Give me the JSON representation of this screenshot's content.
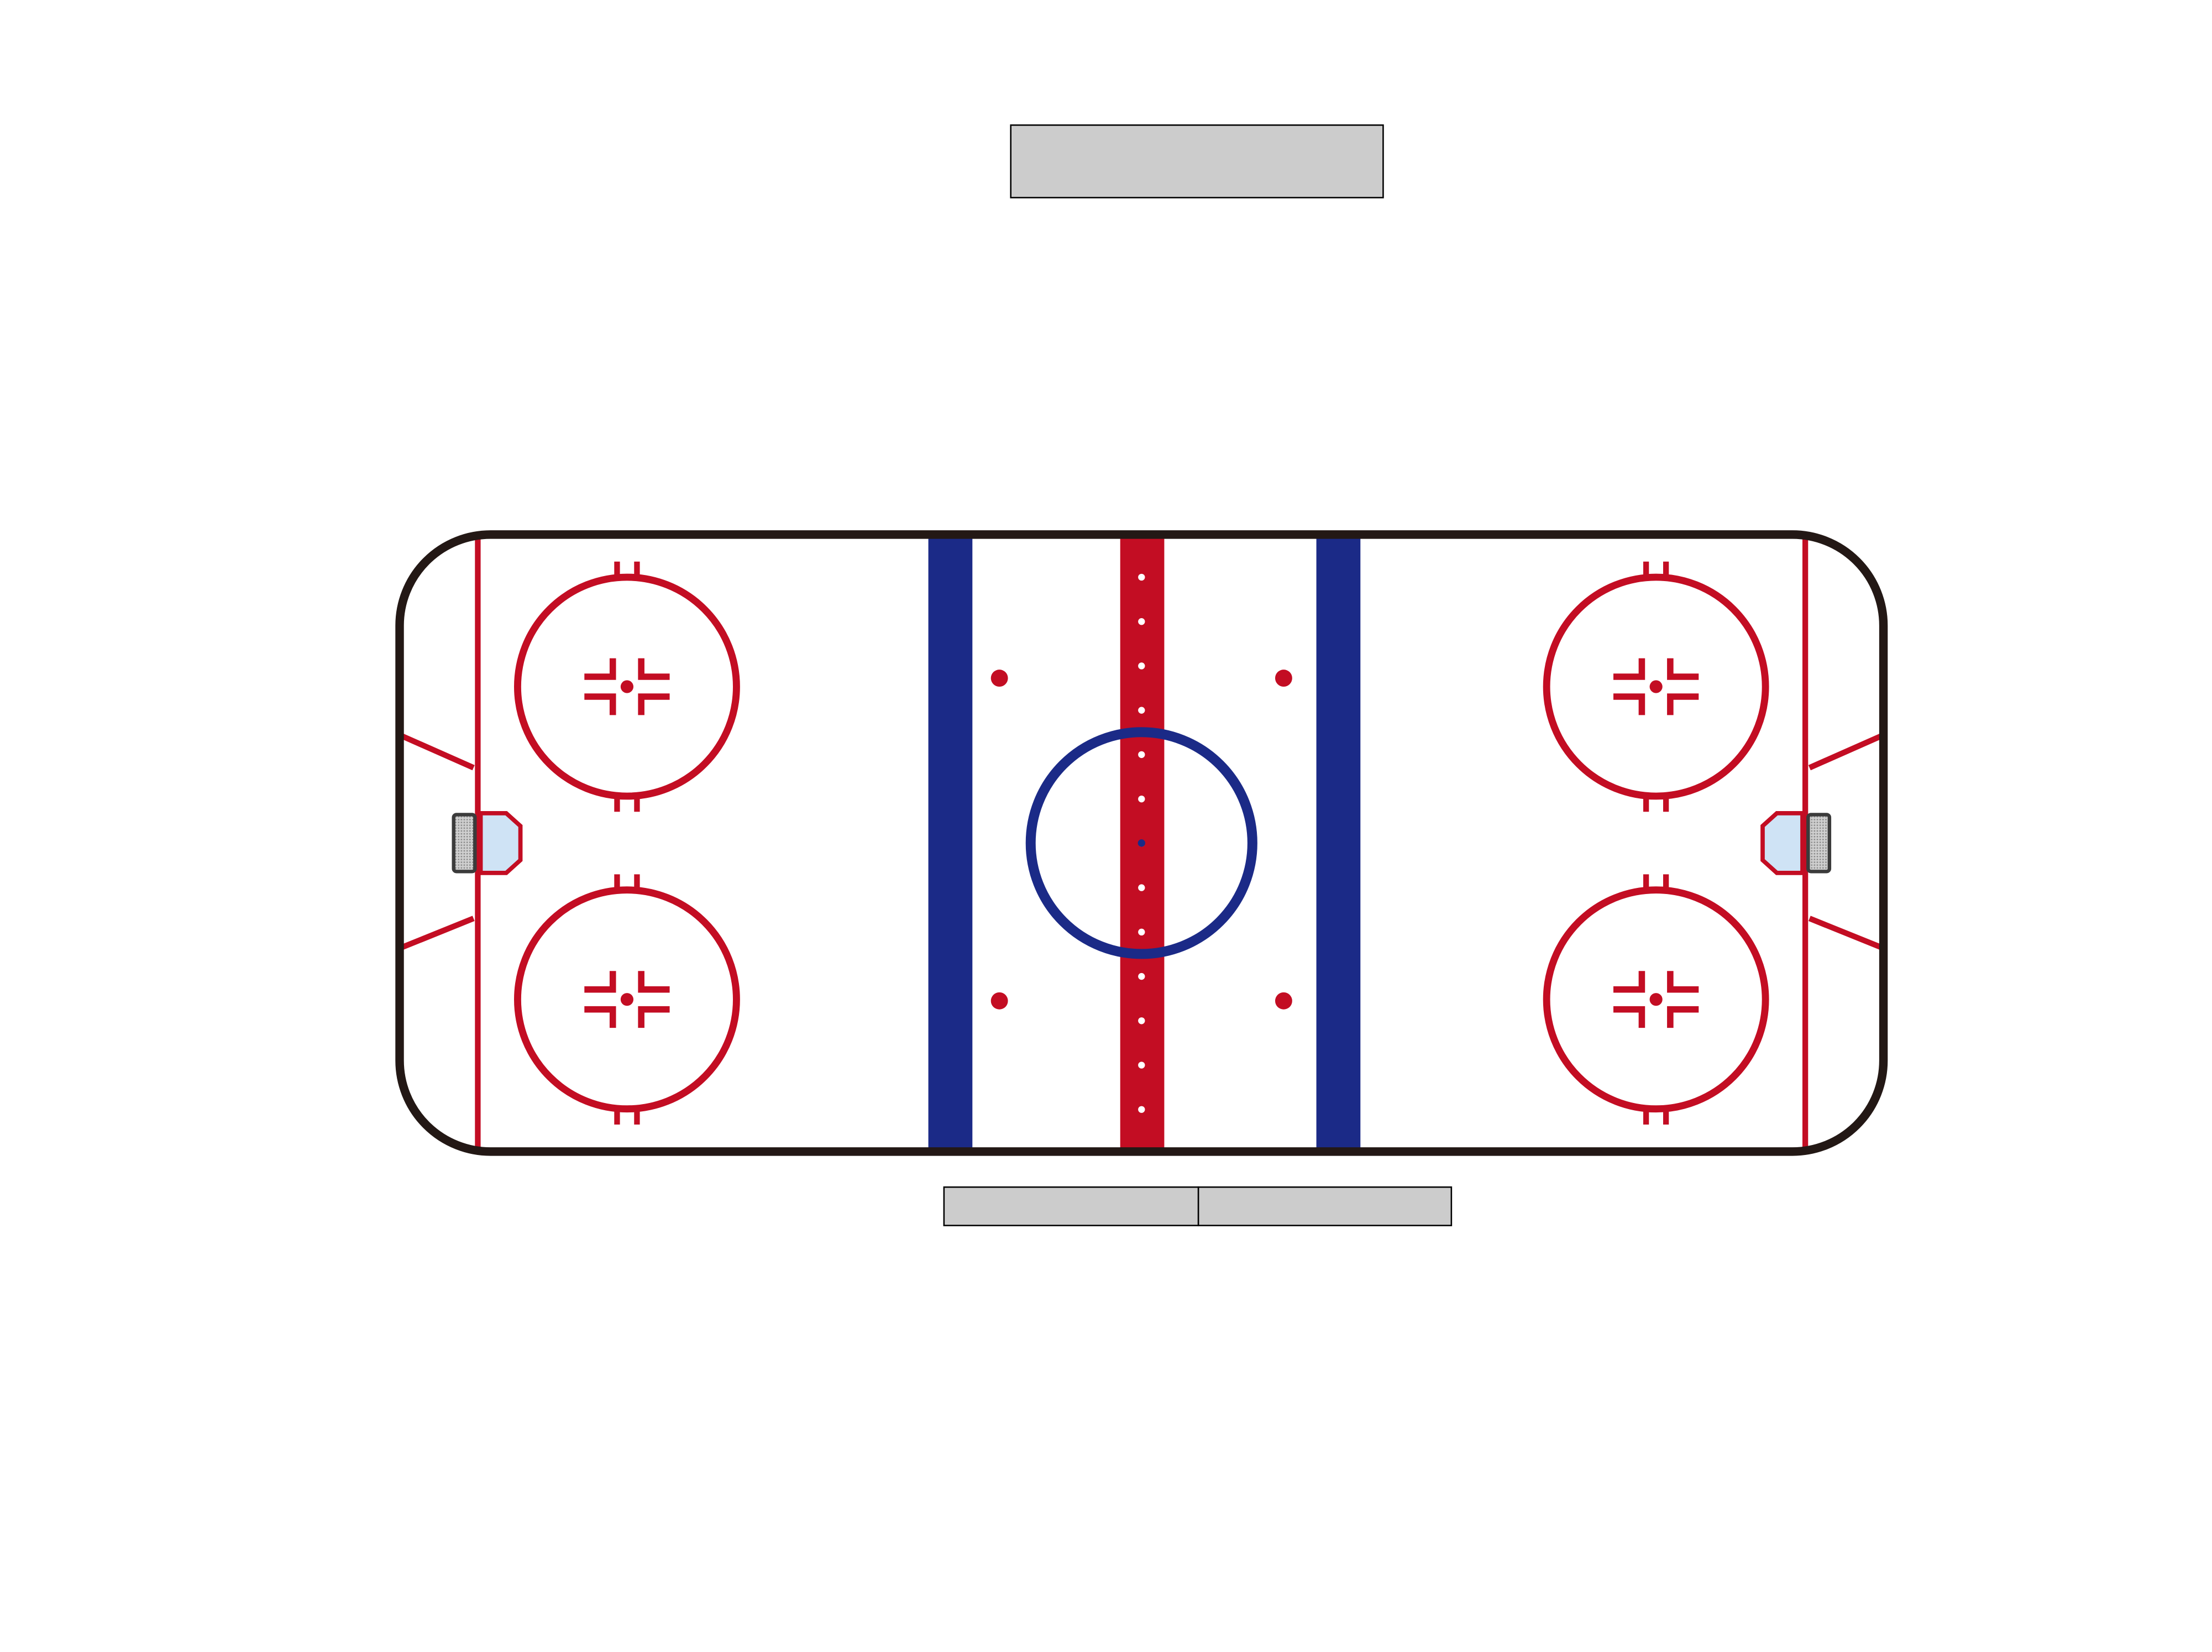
{
  "colors": {
    "background": "#ffffff",
    "boards": "#231815",
    "red_line": "#c30d23",
    "blue_line": "#1b2a87",
    "crease_fill": "#cfe3f5",
    "net_frame": "#3b3b3b",
    "net_mesh": "#8c8c8c",
    "panel_fill": "#cccccc",
    "panel_border": "#000000",
    "center_line_dots": "#ffffff"
  },
  "panels": {
    "top_box": {
      "text": ""
    },
    "bottom_left_box": {
      "text": ""
    },
    "bottom_right_box": {
      "text": ""
    }
  },
  "rink": {
    "faceoff_circles": [
      {
        "zone": "left",
        "position": "top"
      },
      {
        "zone": "left",
        "position": "bottom"
      },
      {
        "zone": "right",
        "position": "top"
      },
      {
        "zone": "right",
        "position": "bottom"
      }
    ],
    "neutral_zone_dots": 4,
    "center_circle": true,
    "center_line_dot_count": 13,
    "goals": [
      "left",
      "right"
    ]
  }
}
